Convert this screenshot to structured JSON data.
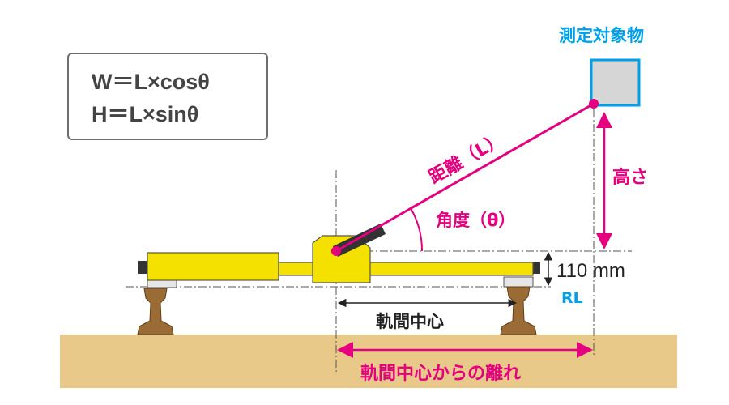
{
  "formula": {
    "line1": "W＝L×cosθ",
    "line2": "H＝L×sinθ"
  },
  "labels": {
    "target": "測定対象物",
    "distance": "距離（L）",
    "angle": "角度（θ）",
    "height": "高さ",
    "offset_value": "110 mm",
    "rail_level": "RL",
    "gauge_center": "軌間中心",
    "distance_from_center": "軌間中心からの離れ"
  },
  "colors": {
    "magenta": "#e4007f",
    "cyan": "#00a0e9",
    "yellow": "#f5e100",
    "ground": "#e8c98a",
    "rail": "#9a6b35"
  }
}
